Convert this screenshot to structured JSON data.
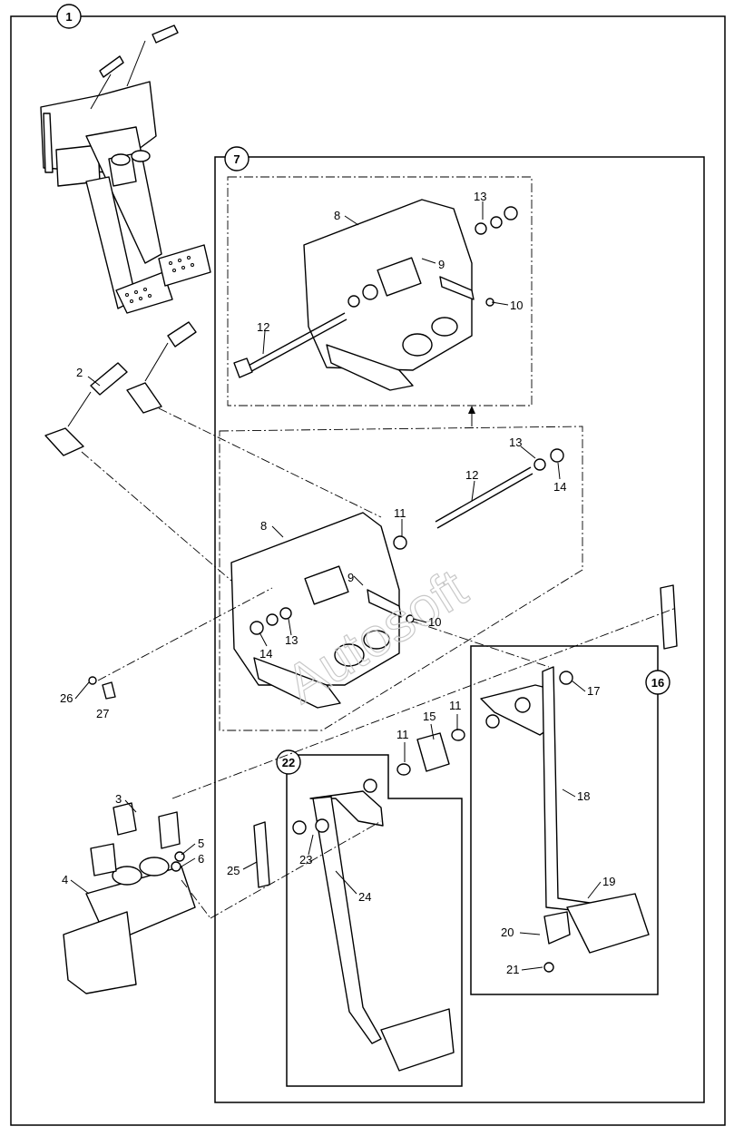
{
  "callouts": {
    "c1": "1",
    "c7": "7",
    "c16": "16",
    "c22": "22"
  },
  "labels": {
    "l2": "2",
    "l3": "3",
    "l4": "4",
    "l5": "5",
    "l6": "6",
    "l8a": "8",
    "l9a": "9",
    "l10a": "10",
    "l12a": "12",
    "l13a": "13",
    "l8b": "8",
    "l9b": "9",
    "l10b": "10",
    "l11b": "11",
    "l12b": "12",
    "l13b": "13",
    "l14b": "14",
    "l13c": "13",
    "l14c": "14",
    "l11c": "11",
    "l11d": "11",
    "l15": "15",
    "l17": "17",
    "l18": "18",
    "l19": "19",
    "l20": "20",
    "l21": "21",
    "l23": "23",
    "l24": "24",
    "l25": "25",
    "l26": "26",
    "l27": "27"
  },
  "watermark": "Autosoft"
}
